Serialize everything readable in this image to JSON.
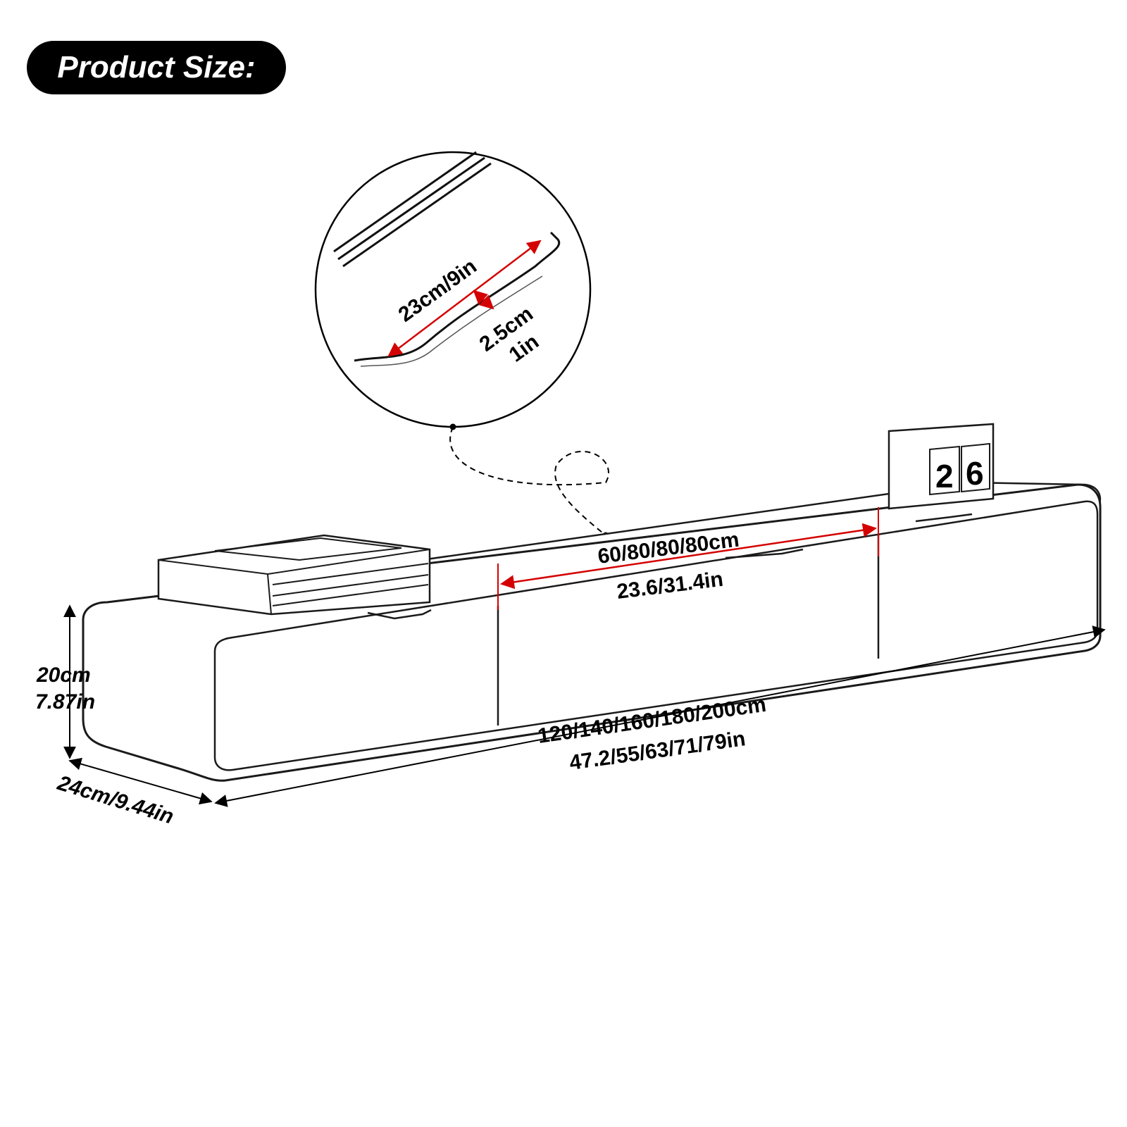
{
  "header": {
    "title": "Product Size:"
  },
  "callout": {
    "length_label": "23cm/9in",
    "depth_cm": "2.5cm",
    "depth_in": "1in"
  },
  "dimensions": {
    "drawer_width_cm": "60/80/80/80cm",
    "drawer_width_in": "23.6/31.4in",
    "height_cm": "20cm",
    "height_in": "7.87in",
    "total_length_cm": "120/140/160/180/200cm",
    "total_length_in": "47.2/55/63/71/79in",
    "depth": "24cm/9.44in"
  },
  "decor": {
    "calendar_digits": [
      "2",
      "6"
    ]
  },
  "colors": {
    "dimension_arrow": "#d40000",
    "outline": "#1a1a1a"
  }
}
